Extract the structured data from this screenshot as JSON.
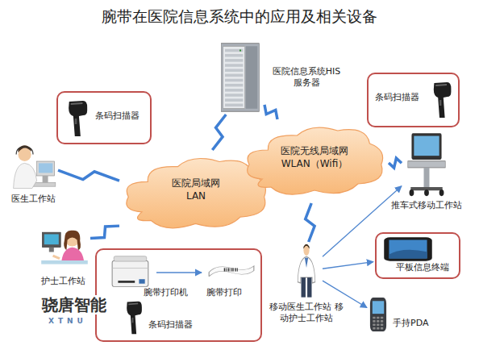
{
  "diagram": {
    "title": "腕带在医院信息系统中的应用及相关设备",
    "nodes": [
      {
        "text": [
          "医院信息系统HIS 服务器"
        ]
      },
      {
        "text": [
          "条码扫描器"
        ]
      },
      {
        "text": [
          "医院局域网 LAN"
        ]
      },
      {
        "text": [
          "医院无线局域网 WLAN（Wifi）"
        ]
      },
      {
        "text": [
          "条码扫描器"
        ]
      },
      {
        "text": [
          "医生工作站"
        ]
      },
      {
        "text": [
          "推车式移动工作站"
        ]
      },
      {
        "text": [
          "护士工作站"
        ]
      },
      {
        "text": [
          "腕带打印机",
          "腕带打印",
          "条码扫描器"
        ]
      },
      {
        "text": [
          "移动医生工作站 移动护士工作站"
        ]
      },
      {
        "text": [
          "平板信息终端"
        ]
      },
      {
        "text": [
          "手持PDA"
        ]
      }
    ],
    "edges": [
      {
        "from": 0,
        "to": 2,
        "arrow": "none"
      },
      {
        "from": 0,
        "to": 3,
        "arrow": "none"
      },
      {
        "from": 5,
        "to": 2,
        "arrow": "none"
      },
      {
        "from": 7,
        "to": 2,
        "arrow": "none"
      },
      {
        "from": 9,
        "to": 3,
        "arrow": "none"
      },
      {
        "from": 6,
        "to": 3,
        "arrow": "none"
      },
      {
        "from": 9,
        "to": 6,
        "arrow": "to"
      },
      {
        "from": 9,
        "to": 10,
        "arrow": "to"
      },
      {
        "from": 9,
        "to": 11,
        "arrow": "to"
      }
    ],
    "labels": [
      "骁唐智能",
      "XTNU"
    ]
  }
}
